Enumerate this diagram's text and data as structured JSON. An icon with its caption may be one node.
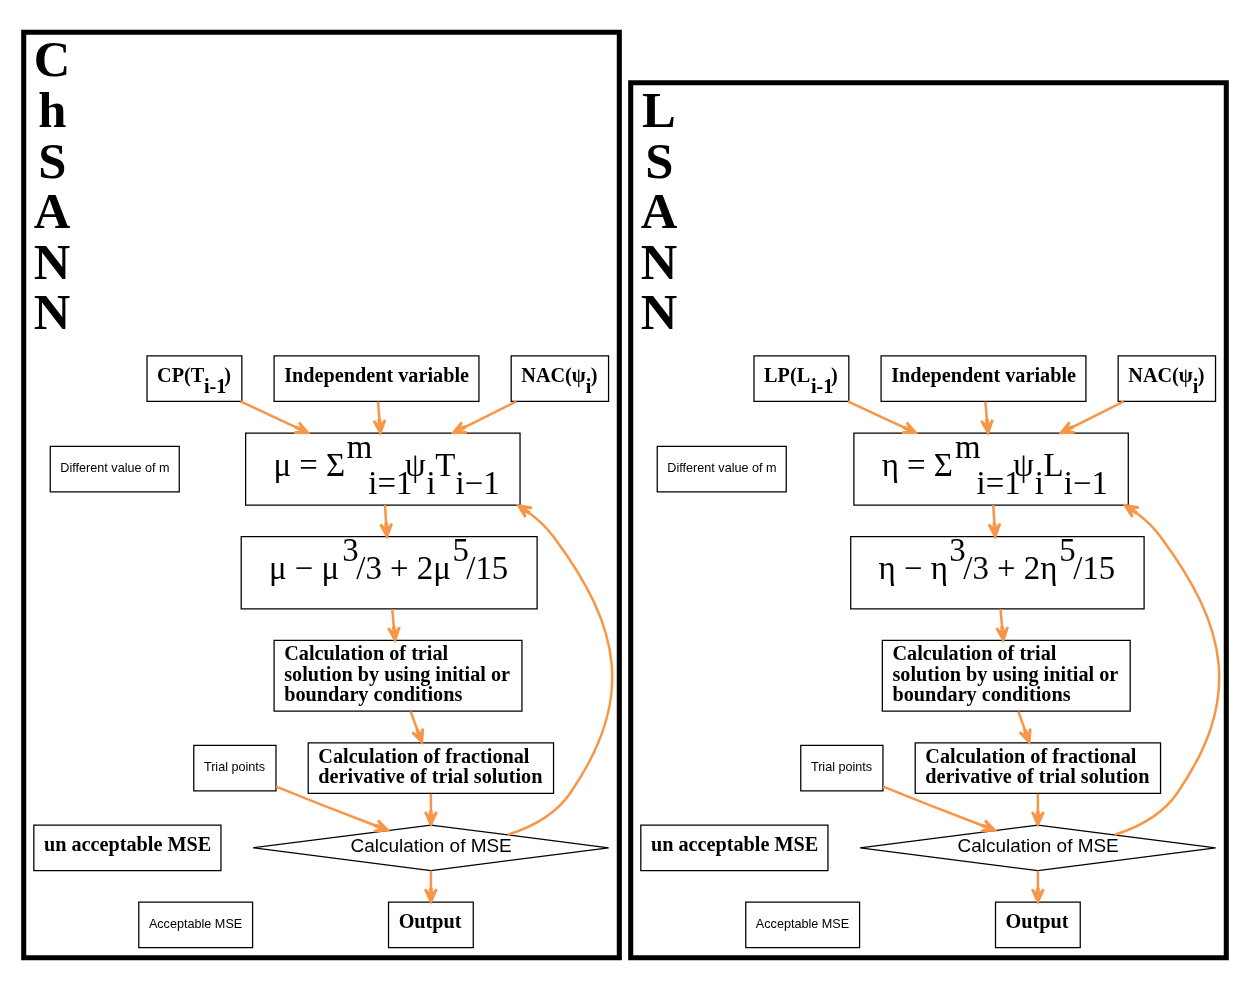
{
  "diagram": {
    "nodes": [
      {
        "text": [
          "C h S A N N"
        ]
      },
      {
        "text": [
          "Independent variable"
        ],
        "in": 0
      },
      {
        "text": [
          "NAC(ψ$_{i}$)"
        ],
        "in": 0
      },
      {
        "text": [
          "CP(T$_{i-1}$)"
        ],
        "in": 0
      },
      {
        "text": [
          "μ = Σ$^{m}$$_{i=1}$ψ$_{i}$T$_{i−1}$"
        ],
        "in": 0
      },
      {
        "text": [
          "μ − μ$^{3}$/3 + 2μ$^{5}$/15"
        ],
        "in": 0
      },
      {
        "text": [
          "Calculation of trial solution by using initial or boundary conditions"
        ],
        "in": 0
      },
      {
        "text": [
          "Calculation of fractional derivative of trial solution"
        ],
        "in": 0
      },
      {
        "text": [
          "Trial points"
        ],
        "in": 0
      },
      {
        "text": [
          "Calculation of MSE"
        ],
        "in": 0
      },
      {
        "text": [
          "un acceptable MSE"
        ],
        "in": 0
      },
      {
        "text": [
          "Different value of m"
        ],
        "in": 0
      },
      {
        "text": [
          "Acceptable MSE"
        ],
        "in": 0
      },
      {
        "text": [
          "Output"
        ],
        "in": 0
      },
      {
        "text": [
          "L S A N N"
        ]
      },
      {
        "text": [
          "Independent variable"
        ],
        "in": 14
      },
      {
        "text": [
          "NAC(ψ$_{i}$)"
        ],
        "in": 14
      },
      {
        "text": [
          "LP(L$_{i-1}$)"
        ],
        "in": 14
      },
      {
        "text": [
          "η = Σ$^{m}$$_{i=1}$ψ$_{i}$L$_{i−1}$"
        ],
        "in": 14
      },
      {
        "text": [
          "η − η$^{3}$/3 + 2η$^{5}$/15"
        ],
        "in": 14
      },
      {
        "text": [
          "Calculation of trial solution by using initial or boundary conditions"
        ],
        "in": 14
      },
      {
        "text": [
          "Calculation of fractional derivative of trial solution"
        ],
        "in": 14
      },
      {
        "text": [
          "Trial points"
        ],
        "in": 14
      },
      {
        "text": [
          "Calculation of MSE"
        ],
        "in": 14
      },
      {
        "text": [
          "un acceptable MSE"
        ],
        "in": 14
      },
      {
        "text": [
          "Different value of m"
        ],
        "in": 14
      },
      {
        "text": [
          "Acceptable MSE"
        ],
        "in": 14
      },
      {
        "text": [
          "Output"
        ],
        "in": 14
      }
    ],
    "edges": [
      {
        "from": 2,
        "to": 4,
        "arrow": "to"
      },
      {
        "from": 1,
        "to": 4,
        "arrow": "to"
      },
      {
        "from": 3,
        "to": 4,
        "arrow": "to"
      },
      {
        "from": 4,
        "to": 5,
        "arrow": "to"
      },
      {
        "from": 5,
        "to": 6,
        "arrow": "to"
      },
      {
        "from": 6,
        "to": 7,
        "arrow": "to"
      },
      {
        "from": 7,
        "to": 9,
        "arrow": "to"
      },
      {
        "from": 8,
        "to": 9,
        "arrow": "to"
      },
      {
        "from": 9,
        "to": 4,
        "arrow": "to"
      },
      {
        "from": 9,
        "to": 13,
        "arrow": "to"
      },
      {
        "from": 16,
        "to": 18,
        "arrow": "to"
      },
      {
        "from": 15,
        "to": 18,
        "arrow": "to"
      },
      {
        "from": 17,
        "to": 18,
        "arrow": "to"
      },
      {
        "from": 18,
        "to": 19,
        "arrow": "to"
      },
      {
        "from": 19,
        "to": 20,
        "arrow": "to"
      },
      {
        "from": 20,
        "to": 21,
        "arrow": "to"
      },
      {
        "from": 21,
        "to": 23,
        "arrow": "to"
      },
      {
        "from": 22,
        "to": 23,
        "arrow": "to"
      },
      {
        "from": 23,
        "to": 18,
        "arrow": "to"
      },
      {
        "from": 23,
        "to": 27,
        "arrow": "to"
      }
    ]
  }
}
